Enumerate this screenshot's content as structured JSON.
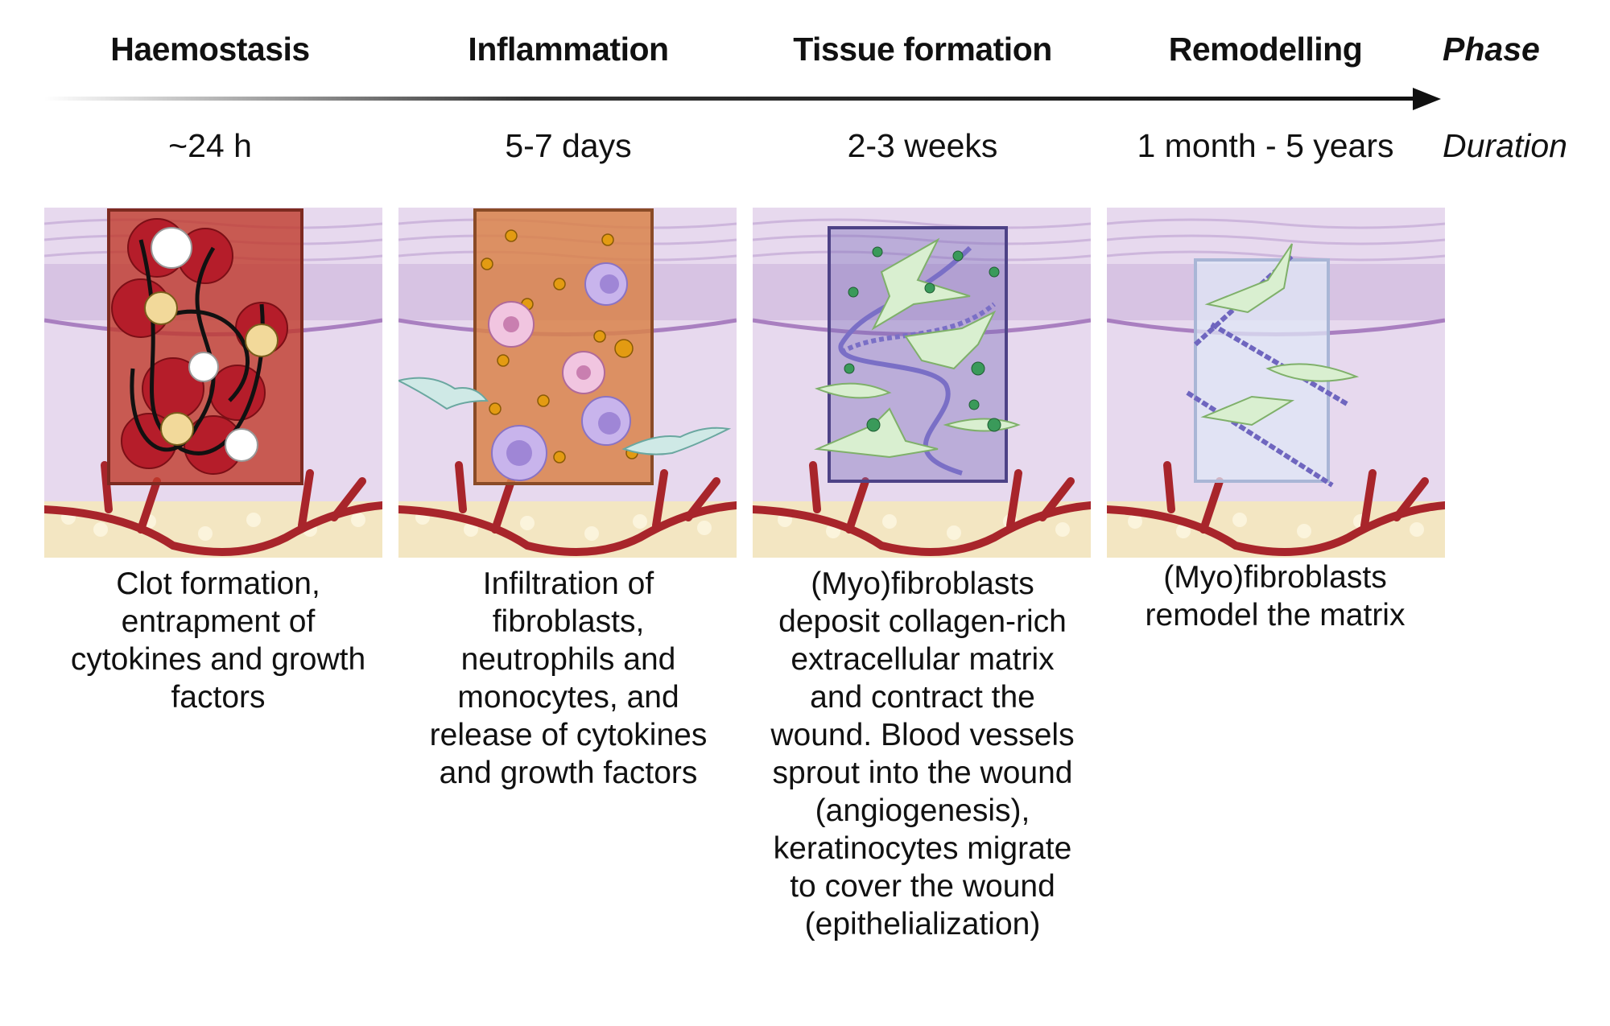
{
  "header": {
    "phase_key": "Phase",
    "duration_key": "Duration"
  },
  "stages": [
    {
      "phase": "Haemostasis",
      "duration": "~24 h",
      "description": "Clot formation,\nentrapment of\ncytokines and growth\nfactors"
    },
    {
      "phase": "Inflammation",
      "duration": "5-7 days",
      "description": "Infiltration of\nfibroblasts,\nneutrophils and\nmonocytes, and\nrelease of cytokines\nand growth factors"
    },
    {
      "phase": "Tissue formation",
      "duration": "2-3 weeks",
      "description": "(Myo)fibroblasts\ndeposit collagen-rich\nextracellular matrix\nand contract the\nwound. Blood vessels\nsprout into the wound\n(angiogenesis),\nkeratinocytes migrate\nto cover the wound\n(epithelialization)"
    },
    {
      "phase": "Remodelling",
      "duration": "1 month - 5 years",
      "description": "(Myo)fibroblasts\nremodel the matrix"
    }
  ],
  "colors": {
    "clot_overlay": "#c0392b",
    "inflammation_overlay": "#d9824a",
    "tissue_overlay": "#7b6cb8",
    "remodel_overlay": "#dfe6f5",
    "skin_background": "#e7d9ee",
    "vessel": "#a8252b",
    "fat": "#f3e6c2",
    "fibroblast": "#d9efd0"
  }
}
